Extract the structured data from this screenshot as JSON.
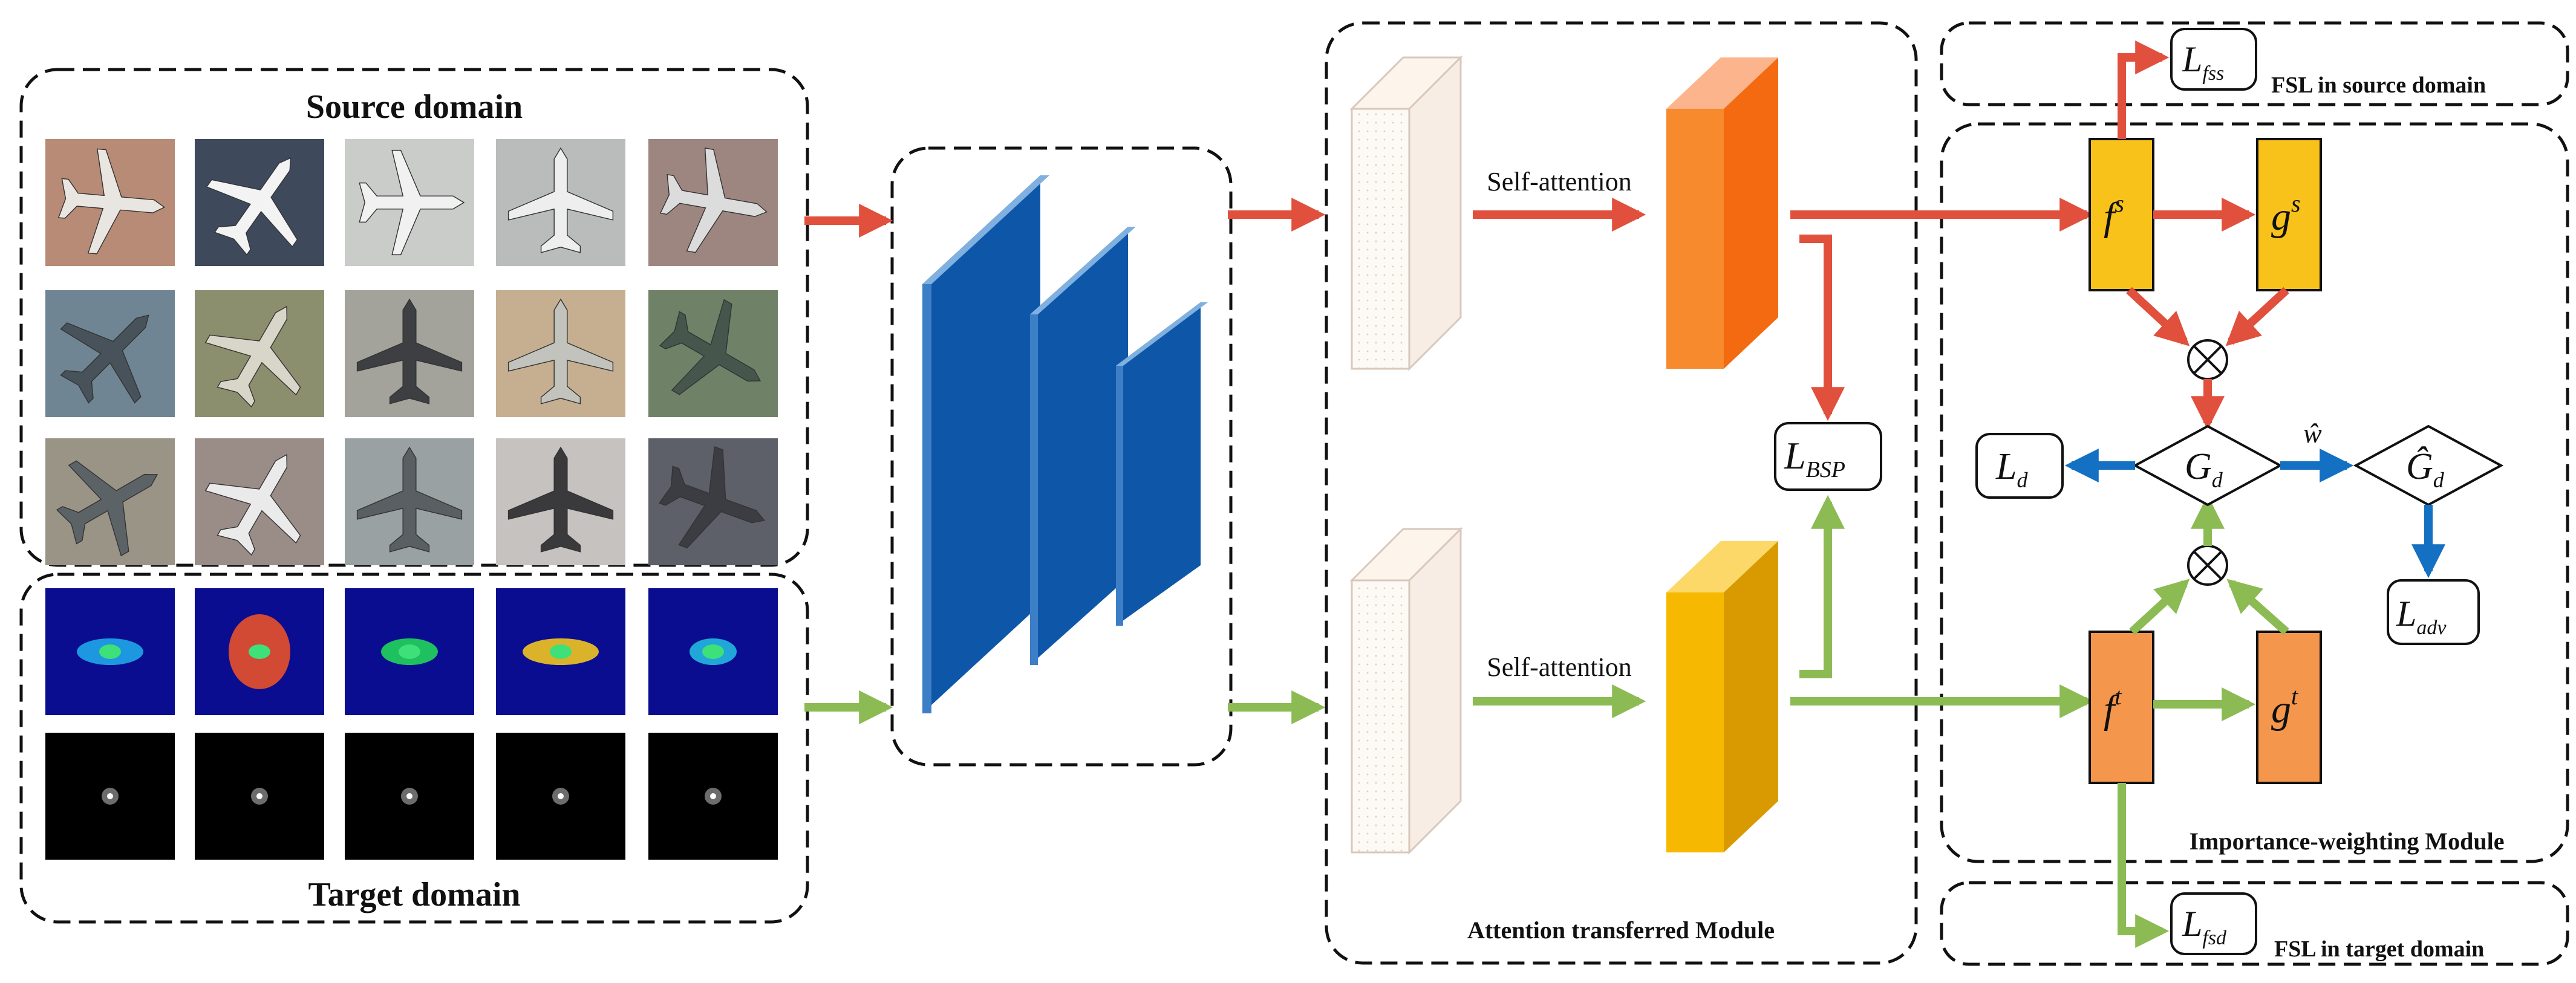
{
  "panels": {
    "source_domain": "Source domain",
    "target_domain": "Target domain",
    "attention_module": "Attention transferred Module",
    "importance_module": "Importance-weighting Module",
    "fsl_source": "FSL in source domain",
    "fsl_target": "FSL in target domain"
  },
  "labels": {
    "self_attention_top": "Self-attention",
    "self_attention_bottom": "Self-attention"
  },
  "nodes": {
    "f_s": {
      "base": "f",
      "sup": "s"
    },
    "g_s": {
      "base": "g",
      "sup": "s"
    },
    "f_t": {
      "base": "f",
      "sup": "t"
    },
    "g_t": {
      "base": "g",
      "sup": "t"
    },
    "G_d": {
      "base": "G",
      "sub": "d"
    },
    "G_d_hat": {
      "base": "Ĝ",
      "sub": "d"
    },
    "w_hat": "ŵ",
    "multiply": "⊗"
  },
  "losses": {
    "L_fss": {
      "base": "L",
      "sub": "fss"
    },
    "L_fsd": {
      "base": "L",
      "sub": "fsd"
    },
    "L_BSP": {
      "base": "L",
      "sub": "BSP"
    },
    "L_d": {
      "base": "L",
      "sub": "d"
    },
    "L_adv": {
      "base": "L",
      "sub": "adv"
    }
  },
  "colors": {
    "source_arrow": "#e0503c",
    "target_arrow": "#8cbb54",
    "adversarial_arrow": "#1370c2",
    "backbone_blue": "#0e57a8",
    "feature_orange": "#f36a10",
    "feature_yellow": "#f6b800",
    "node_gold": "#f8c21a",
    "node_orange": "#f4964c"
  },
  "source_images": [
    "airplane-icon",
    "airplane-icon",
    "airplane-icon",
    "airplane-icon",
    "airplane-icon",
    "airplane-icon",
    "airplane-icon",
    "airplane-icon",
    "airplane-icon",
    "airplane-icon",
    "airplane-icon",
    "airplane-icon",
    "airplane-icon",
    "airplane-icon",
    "airplane-icon"
  ],
  "target_images": [
    "heatmap-icon",
    "heatmap-icon",
    "heatmap-icon",
    "heatmap-icon",
    "heatmap-icon",
    "spectrum-icon",
    "spectrum-icon",
    "spectrum-icon",
    "spectrum-icon",
    "spectrum-icon"
  ]
}
